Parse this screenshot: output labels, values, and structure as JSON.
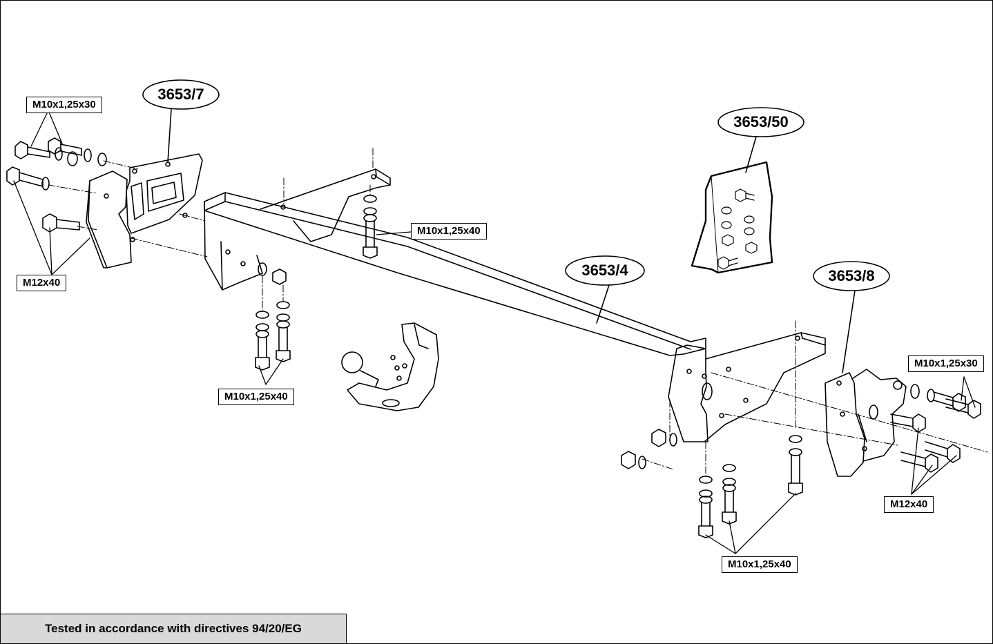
{
  "part_labels": {
    "p7": "3653/7",
    "p50": "3653/50",
    "p4": "3653/4",
    "p8": "3653/8"
  },
  "bolt_labels": {
    "left_upper": "M10x1,25x30",
    "left_lower": "M12x40",
    "center_top": "M10x1,25x40",
    "center_bottom": "M10x1,25x40",
    "right_bottom": "M10x1,25x40",
    "right_upper": "M10x1,25x30",
    "right_lower": "M12x40"
  },
  "footer": {
    "text": "Tested in accordance with directives 94/20/EG"
  }
}
